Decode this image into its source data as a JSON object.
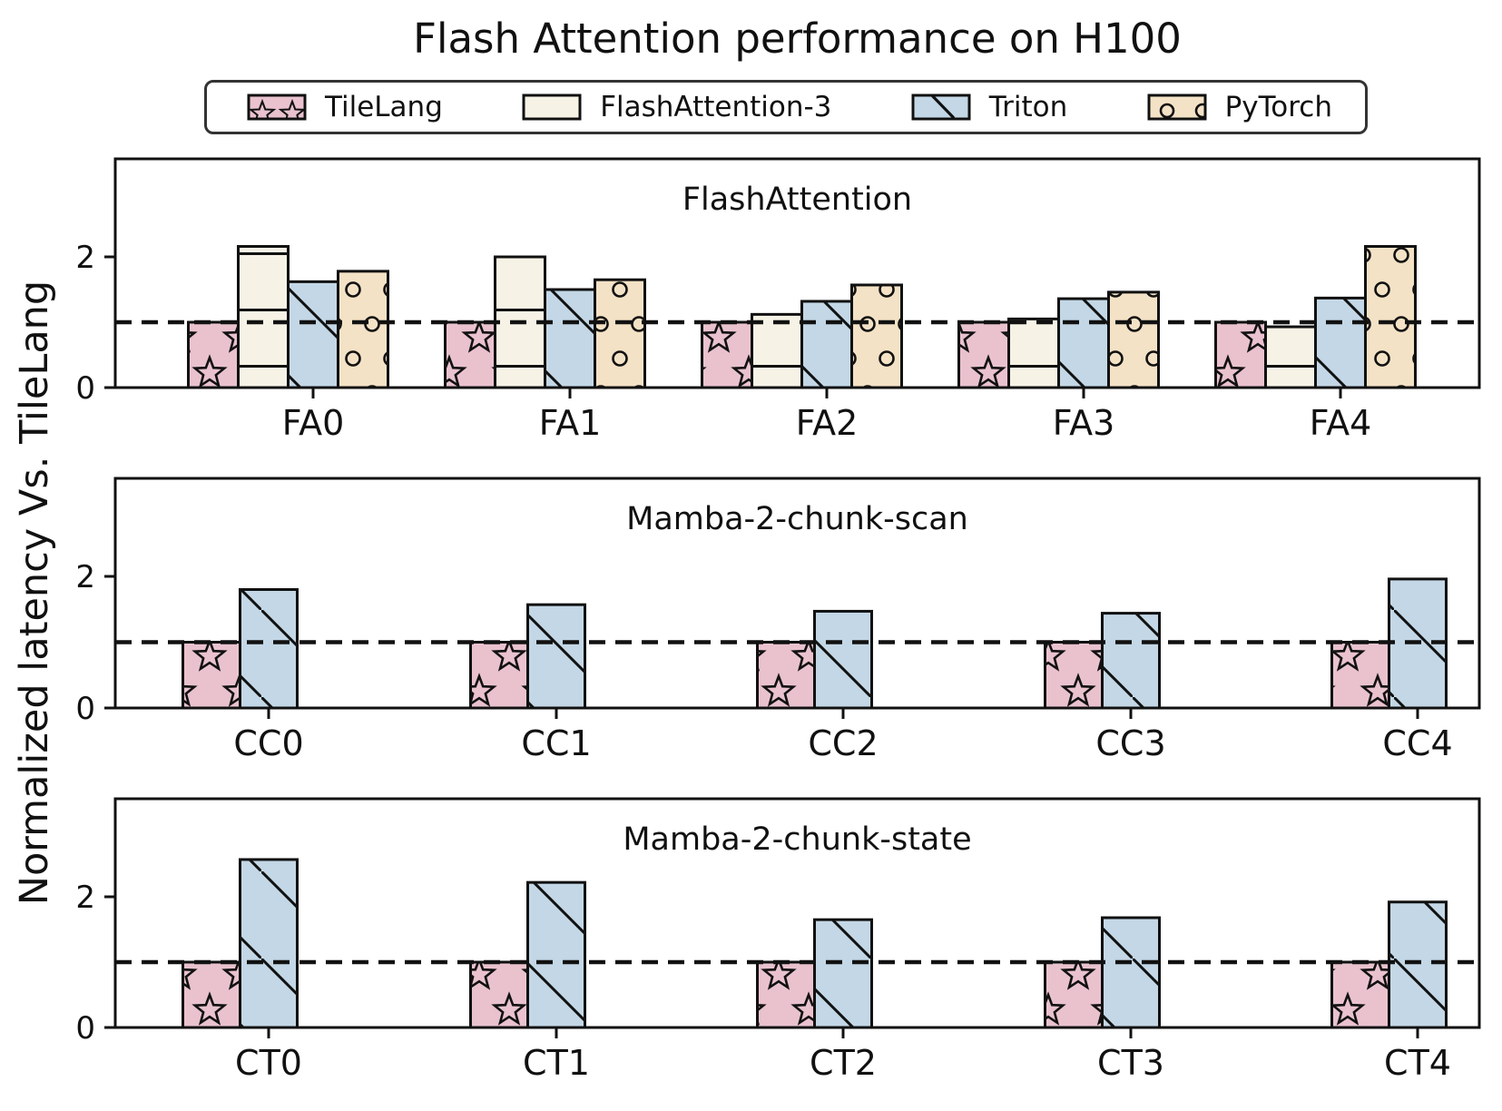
{
  "title": "Flash Attention performance on H100",
  "ylabel": "Normalized latency Vs. TileLang",
  "colors": {
    "edge": "#111111",
    "baseline_dash": "#111111",
    "tilelang": "#E9C2CE",
    "flashattention3": "#F6F2E6",
    "triton": "#C3D7E6",
    "pytorch": "#F4E2C6"
  },
  "legend": {
    "items": [
      {
        "label": "TileLang",
        "hatch": "star",
        "color": "#E9C2CE"
      },
      {
        "label": "FlashAttention-3",
        "hatch": "hlines",
        "color": "#F6F2E6"
      },
      {
        "label": "Triton",
        "hatch": "diagonal",
        "color": "#C3D7E6"
      },
      {
        "label": "PyTorch",
        "hatch": "circles",
        "color": "#F4E2C6"
      }
    ]
  },
  "chart_data": [
    {
      "type": "bar",
      "title": "FlashAttention",
      "categories": [
        "FA0",
        "FA1",
        "FA2",
        "FA3",
        "FA4"
      ],
      "series": [
        {
          "name": "TileLang",
          "hatch": "star",
          "color": "#E9C2CE",
          "values": [
            1.0,
            1.0,
            1.0,
            1.0,
            1.0
          ]
        },
        {
          "name": "FlashAttention-3",
          "hatch": "hlines",
          "color": "#F6F2E6",
          "values": [
            2.16,
            2.0,
            1.12,
            1.05,
            0.93
          ]
        },
        {
          "name": "Triton",
          "hatch": "diagonal",
          "color": "#C3D7E6",
          "values": [
            1.62,
            1.5,
            1.32,
            1.36,
            1.37
          ]
        },
        {
          "name": "PyTorch",
          "hatch": "circles",
          "color": "#F4E2C6",
          "values": [
            1.78,
            1.65,
            1.57,
            1.46,
            2.16
          ]
        }
      ],
      "ylim": [
        0,
        3.5
      ],
      "yticks": [
        0,
        2
      ],
      "baseline": 1.0,
      "grid": false,
      "legend_position": "top"
    },
    {
      "type": "bar",
      "title": "Mamba-2-chunk-scan",
      "categories": [
        "CC0",
        "CC1",
        "CC2",
        "CC3",
        "CC4"
      ],
      "series": [
        {
          "name": "TileLang",
          "hatch": "star",
          "color": "#E9C2CE",
          "values": [
            1.0,
            1.0,
            1.0,
            1.0,
            1.0
          ]
        },
        {
          "name": "Triton",
          "hatch": "diagonal",
          "color": "#C3D7E6",
          "values": [
            1.8,
            1.57,
            1.47,
            1.44,
            1.96
          ]
        }
      ],
      "ylim": [
        0,
        3.5
      ],
      "yticks": [
        0,
        2
      ],
      "baseline": 1.0,
      "grid": false
    },
    {
      "type": "bar",
      "title": "Mamba-2-chunk-state",
      "categories": [
        "CT0",
        "CT1",
        "CT2",
        "CT3",
        "CT4"
      ],
      "series": [
        {
          "name": "TileLang",
          "hatch": "star",
          "color": "#E9C2CE",
          "values": [
            1.0,
            1.0,
            1.0,
            1.0,
            1.0
          ]
        },
        {
          "name": "Triton",
          "hatch": "diagonal",
          "color": "#C3D7E6",
          "values": [
            2.57,
            2.22,
            1.65,
            1.68,
            1.92
          ]
        }
      ],
      "ylim": [
        0,
        3.5
      ],
      "yticks": [
        0,
        2
      ],
      "baseline": 1.0,
      "grid": false
    }
  ]
}
